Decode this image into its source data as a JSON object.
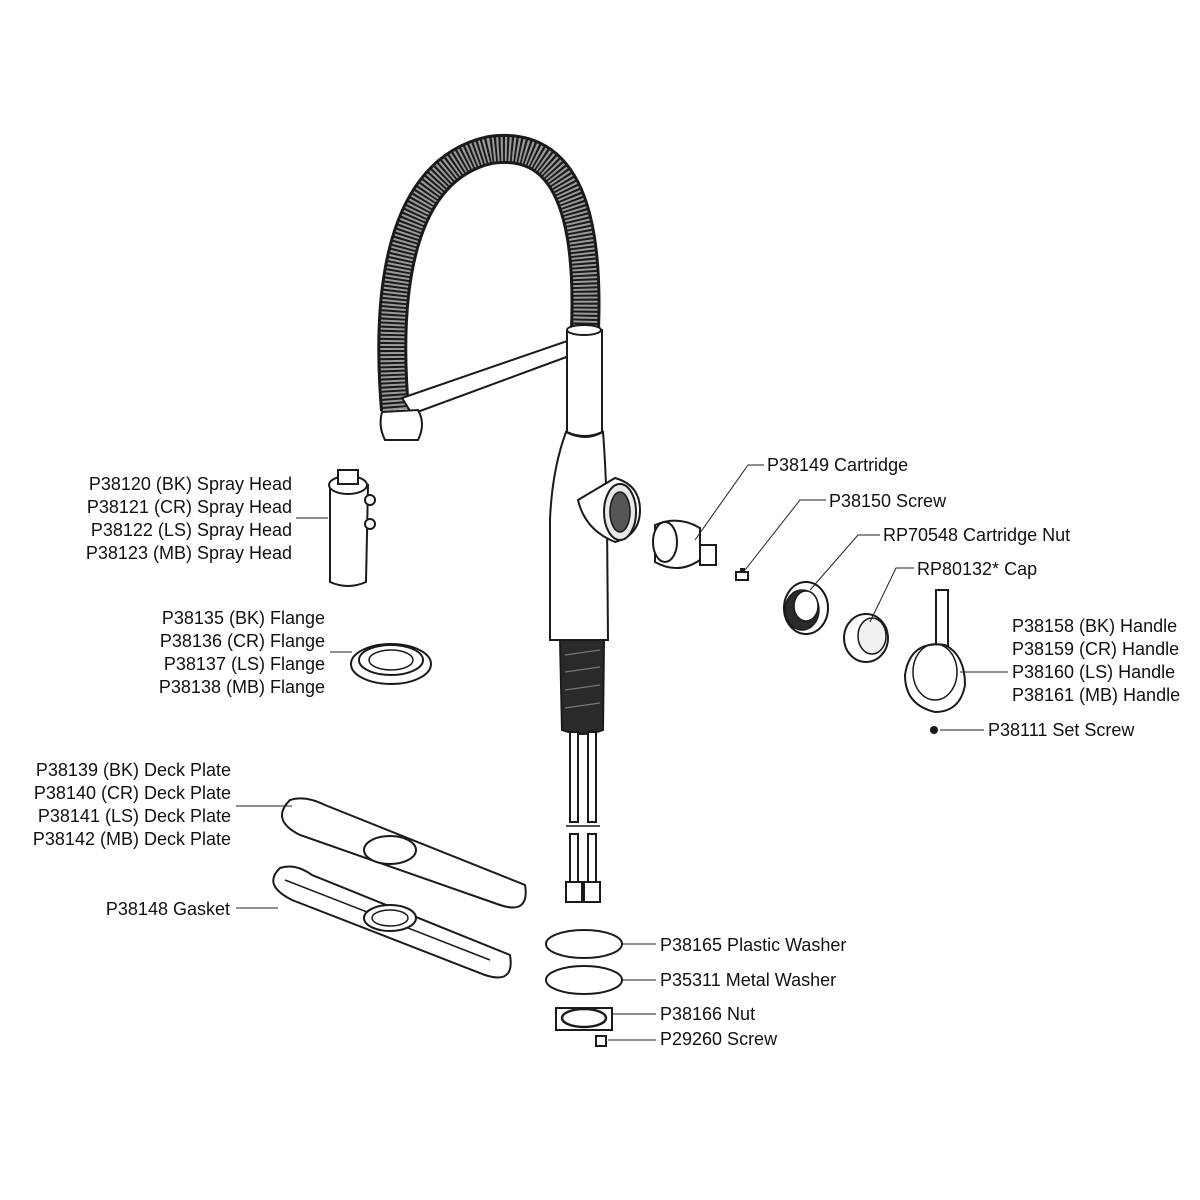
{
  "labels": {
    "spray_head": [
      "P38120 (BK) Spray Head",
      "P38121 (CR) Spray Head",
      "P38122 (LS) Spray Head",
      "P38123 (MB) Spray Head"
    ],
    "flange": [
      "P38135 (BK) Flange",
      "P38136 (CR) Flange",
      "P38137 (LS) Flange",
      "P38138 (MB) Flange"
    ],
    "deck_plate": [
      "P38139 (BK) Deck Plate",
      "P38140 (CR) Deck Plate",
      "P38141 (LS) Deck Plate",
      "P38142 (MB) Deck Plate"
    ],
    "gasket": "P38148 Gasket",
    "cartridge": "P38149 Cartridge",
    "screw_150": "P38150 Screw",
    "cartridge_nut": "RP70548 Cartridge Nut",
    "cap": "RP80132* Cap",
    "handle": [
      "P38158 (BK) Handle",
      "P38159 (CR) Handle",
      "P38160 (LS) Handle",
      "P38161 (MB) Handle"
    ],
    "set_screw": "P38111 Set Screw",
    "plastic_washer": "P38165 Plastic Washer",
    "metal_washer": "P35311 Metal Washer",
    "nut": "P38166 Nut",
    "screw_260": "P29260 Screw"
  }
}
